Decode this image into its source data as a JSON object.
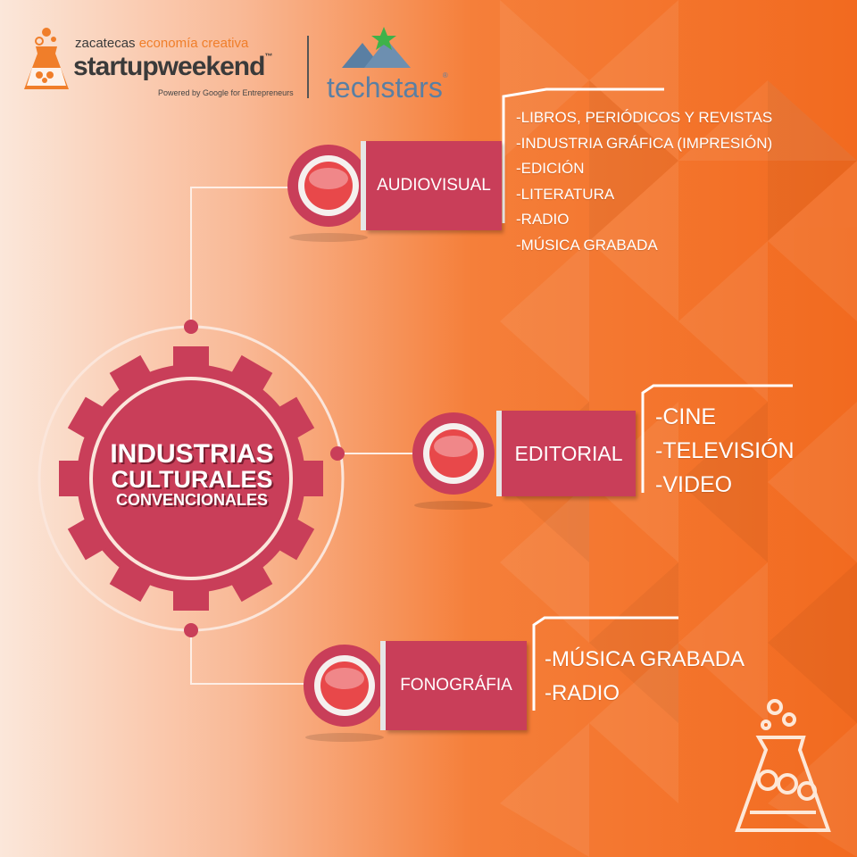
{
  "brand": {
    "city": "zacatecas",
    "tagline": "economía creativa",
    "event": "startupweekend",
    "tm": "™",
    "powered": "Powered by Google for Entrepreneurs",
    "partner": "techstars",
    "partner_reg": "®"
  },
  "colors": {
    "accent": "#c93e59",
    "orange": "#f26a1f",
    "white": "#ffffff"
  },
  "hub": {
    "line1": "INDUSTRIAS",
    "line2": "CULTURALES",
    "line3": "CONVENCIONALES"
  },
  "branches": [
    {
      "label": "AUDIOVISUAL",
      "items": [
        "-LIBROS, PERIÓDICOS Y REVISTAS",
        "-INDUSTRIA GRÁFICA (IMPRESIÓN)",
        "-EDICIÓN",
        "-LITERATURA",
        "-RADIO",
        "-MÚSICA GRABADA"
      ]
    },
    {
      "label": "EDITORIAL",
      "items": [
        "-CINE",
        "-TELEVISIÓN",
        "-VIDEO"
      ]
    },
    {
      "label": "FONOGRÁFIA",
      "items": [
        "-MÚSICA GRABADA",
        "-RADIO"
      ]
    }
  ]
}
